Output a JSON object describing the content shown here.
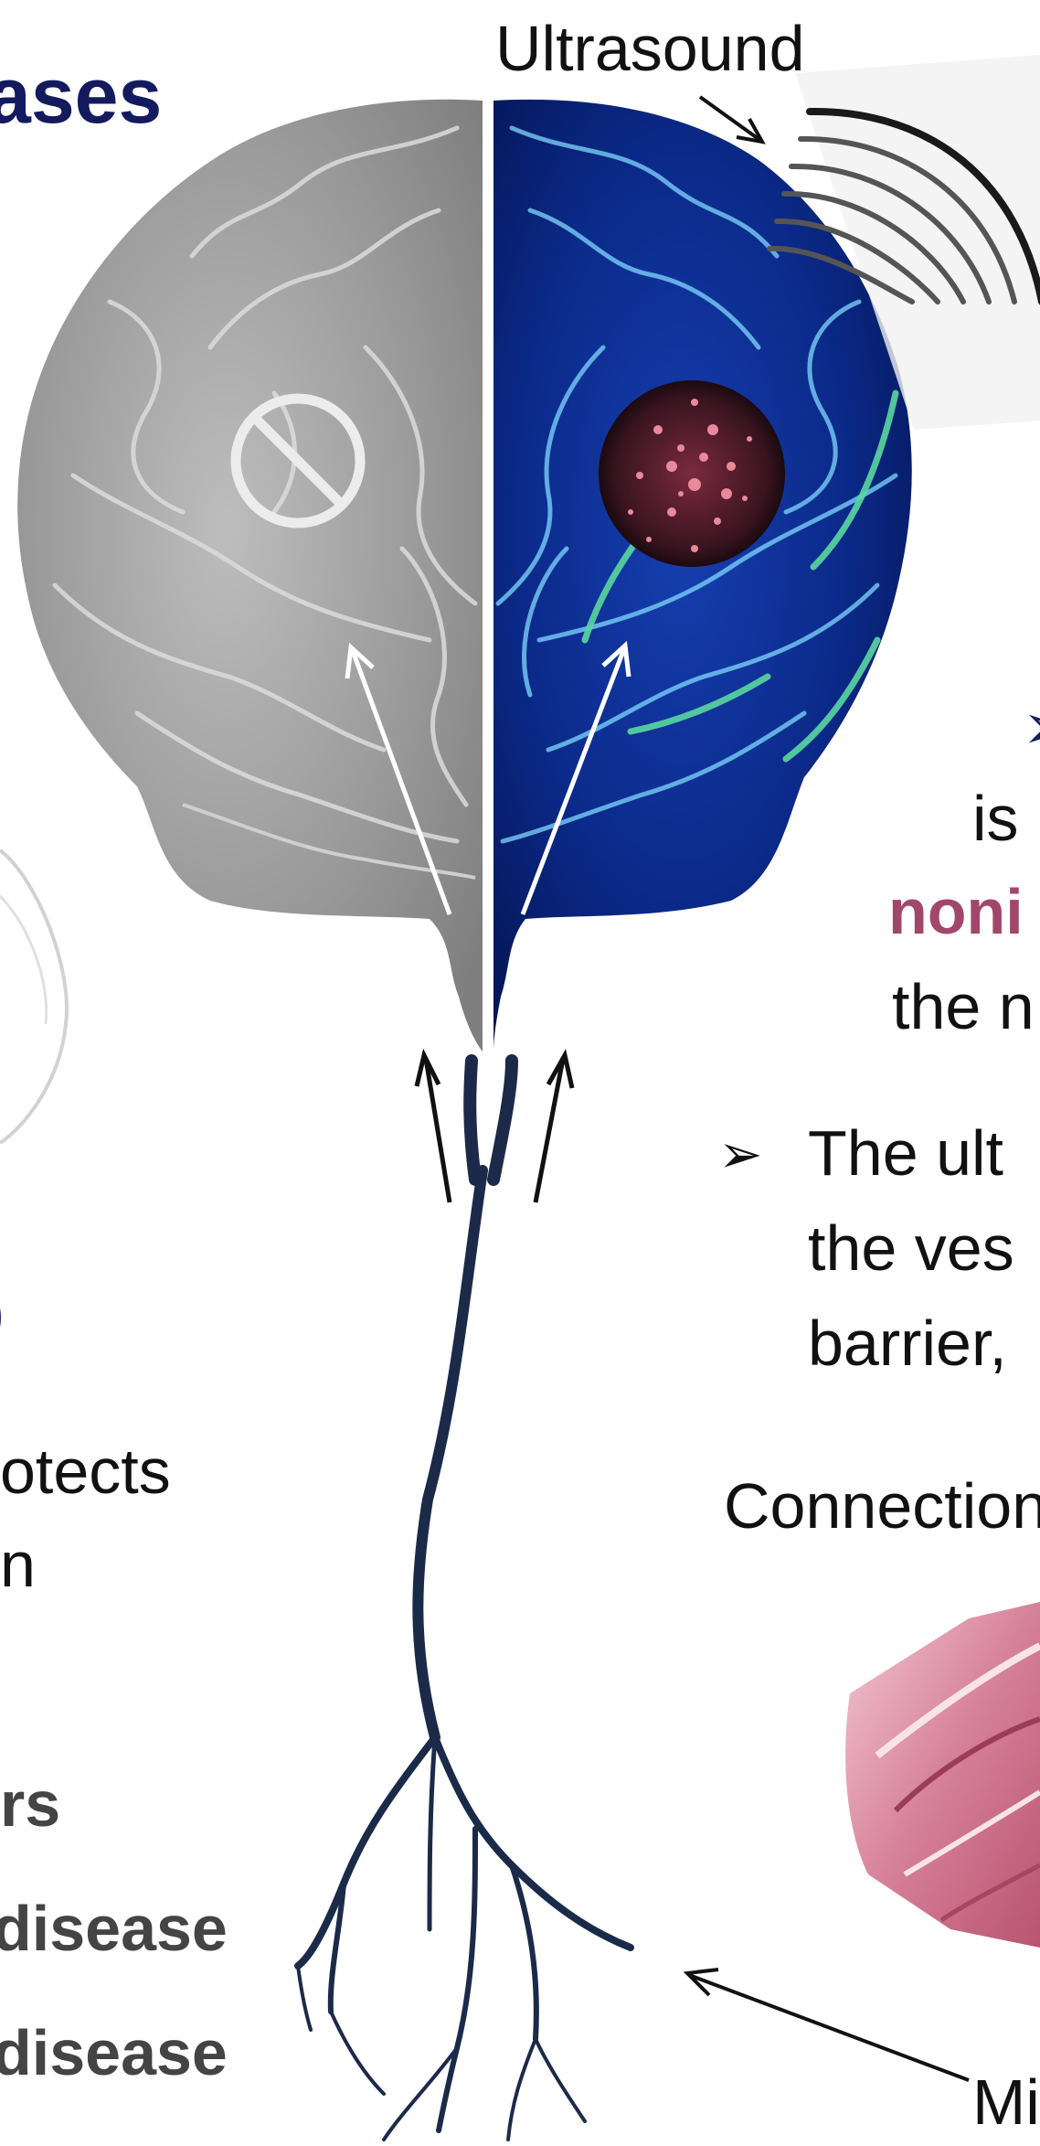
{
  "title_fragment": "ases",
  "labels": {
    "ultrasound": "Ultrasound",
    "micro_fragment": "Mi"
  },
  "right_text": {
    "bullet_top_glyph": "➢",
    "line_is": "is",
    "line_noni": "noni",
    "line_the_n": "the n",
    "bullet_glyph": "➢",
    "line_the_ult": "The  ult",
    "line_the_ves": "the   ves",
    "line_barrier": "barrier, ",
    "line_connection": "Connection"
  },
  "left_text": {
    "blue_fragment": ")",
    "otects": "otects",
    "n": "n",
    "rs": "rs",
    "disease_1": "disease",
    "disease_2": "disease"
  },
  "colors": {
    "title_navy": "#141a5e",
    "accent_pink": "#a2476c",
    "brain_blue": "#0b2a8a",
    "brain_glow": "#5ad7a0",
    "neuron_navy": "#1b2a49",
    "particle_pink": "#e88a9c"
  },
  "icons": {
    "prohibited": "prohibited-icon",
    "ultrasound_waves": "ultrasound-waves-icon"
  }
}
